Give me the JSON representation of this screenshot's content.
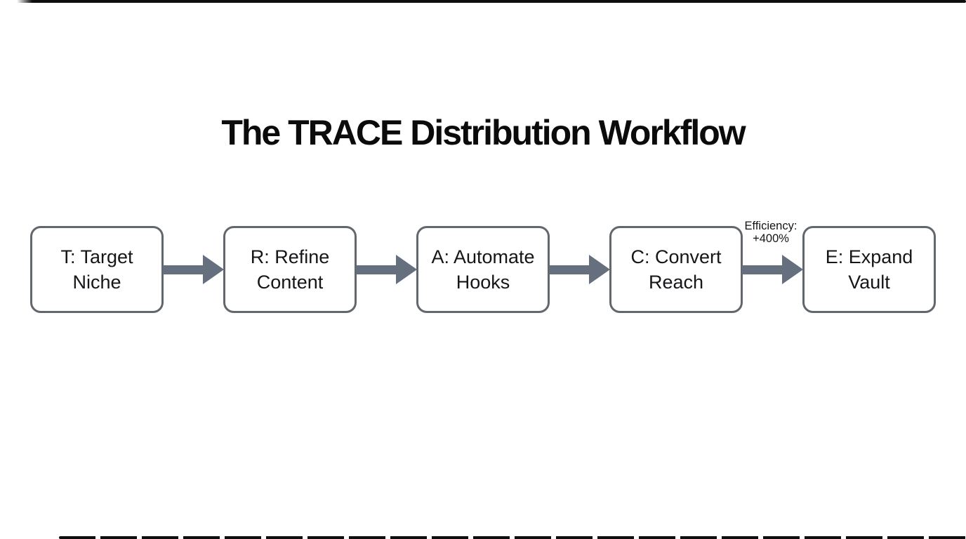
{
  "title": "The TRACE Distribution Workflow",
  "workflow": {
    "steps": [
      {
        "label": "T: Target Niche",
        "line1": "T: Target",
        "line2": "Niche"
      },
      {
        "label": "R: Refine Content",
        "line1": "R: Refine",
        "line2": "Content"
      },
      {
        "label": "A: Automate Hooks",
        "line1": "A: Automate",
        "line2": "Hooks"
      },
      {
        "label": "C: Convert Reach",
        "line1": "C: Convert",
        "line2": "Reach"
      },
      {
        "label": "E: Expand Vault",
        "line1": "E: Expand",
        "line2": "Vault"
      }
    ],
    "annotation": {
      "line1": "Efficiency:",
      "line2": "+400%"
    }
  },
  "colors": {
    "background": "#ffffff",
    "box_border": "#62666d",
    "box_fill": "#ffffff",
    "arrow": "#656f7e",
    "text": "#16161a",
    "frame_line": "#0e0e0e"
  }
}
